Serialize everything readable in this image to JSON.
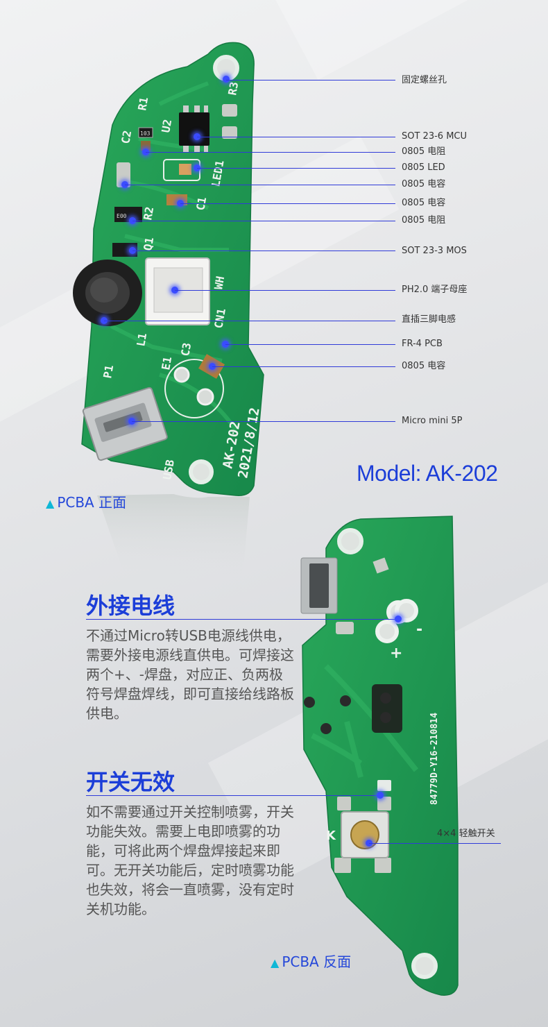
{
  "front_labels": {
    "mount_hole": "固定螺丝孔",
    "mcu": "SOT 23-6 MCU",
    "resistor_1": "0805 电阻",
    "led": "0805  LED",
    "capacitor_1": "0805 电容",
    "capacitor_2": "0805 电容",
    "resistor_2": "0805 电阻",
    "mos": "SOT 23-3 MOS",
    "connector": "PH2.0 端子母座",
    "inductor": "直插三脚电感",
    "pcb_material": "FR-4  PCB",
    "capacitor_3": "0805 电容",
    "usb": "Micro mini 5P"
  },
  "silkscreen_front": {
    "r3": "R3",
    "r1": "R1",
    "u2": "U2",
    "c2": "C2",
    "led1": "LED1",
    "r2": "R2",
    "c1": "C1",
    "q1": "Q1",
    "wh": "WH",
    "cn1": "CN1",
    "l1": "L1",
    "c3": "C3",
    "e1": "E1",
    "p1": "P1",
    "usb": "USB",
    "model_mark": "AK-202",
    "date_mark": "2021/8/12",
    "res_code": "E00",
    "res_code2": "103"
  },
  "silkscreen_back": {
    "plus": "+",
    "minus": "-",
    "k": "K",
    "code": "84779D-Y16-210814"
  },
  "model": "Model: AK-202",
  "caption_front": "PCBA 正面",
  "caption_back": "PCBA 反面",
  "triangle": "▲",
  "switch_label": "4×4 轻触开关",
  "section_wire": {
    "title": "外接电线",
    "body": "不通过Micro转USB电源线供电，需要外接电源线直供电。可焊接这两个+、-焊盘，对应正、负两极符号焊盘焊线，即可直接给线路板供电。"
  },
  "section_switch": {
    "title": "开关无效",
    "body": "如不需要通过开关控制喷雾，开关功能失效。需要上电即喷雾的功能，可将此两个焊盘焊接起来即可。无开关功能后，定时喷雾功能也失效，将会一直喷雾，没有定时关机功能。"
  },
  "colors": {
    "pcb": "#1f9a4f",
    "accent": "#1c3ed8",
    "leader": "#2f3ad8"
  }
}
